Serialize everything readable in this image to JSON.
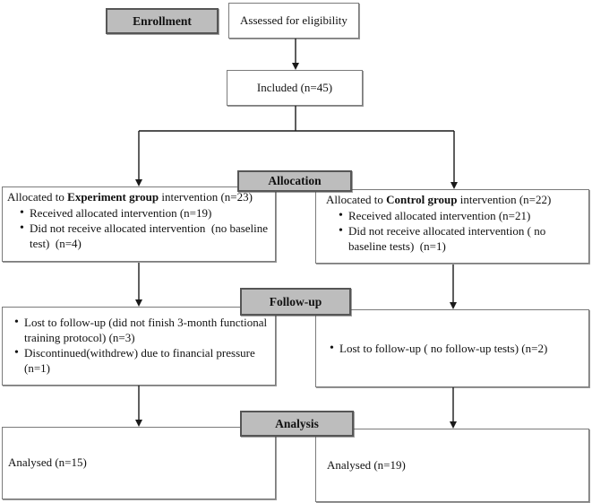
{
  "flow": {
    "stages": {
      "enrollment": "Enrollment",
      "allocation": "Allocation",
      "followup": "Follow-up",
      "analysis": "Analysis"
    },
    "assessed": {
      "text": "Assessed for eligibility"
    },
    "included": {
      "text": "Included (n=45)"
    },
    "alloc_left": {
      "title": [
        "Allocated to ",
        "Experiment group",
        " intervention (n=23)"
      ],
      "bullets": [
        "Received allocated intervention (n=19)",
        "Did not receive allocated intervention  (no baseline test)  (n=4)"
      ]
    },
    "alloc_right": {
      "title": [
        "Allocated to ",
        "Control group",
        " intervention (n=22)"
      ],
      "bullets": [
        "Received allocated intervention (n=21)",
        "Did not receive allocated intervention ( no baseline tests)  (n=1)"
      ]
    },
    "followup_left": {
      "bullets": [
        "Lost to follow-up (did not finish 3-month functional training protocol) (n=3)",
        "Discontinued(withdrew) due to financial pressure (n=1)"
      ]
    },
    "followup_right": {
      "bullets": [
        "Lost to follow-up ( no follow-up tests) (n=2)"
      ]
    },
    "analysis_left": {
      "text": "Analysed (n=15)"
    },
    "analysis_right": {
      "text": "Analysed (n=19)"
    },
    "colors": {
      "stage_label_fill": "#bdbdbd",
      "stage_label_border": "#565656",
      "box_border": "#7b7b7b",
      "arrow": "#1a1a1a",
      "background": "#ffffff"
    }
  }
}
